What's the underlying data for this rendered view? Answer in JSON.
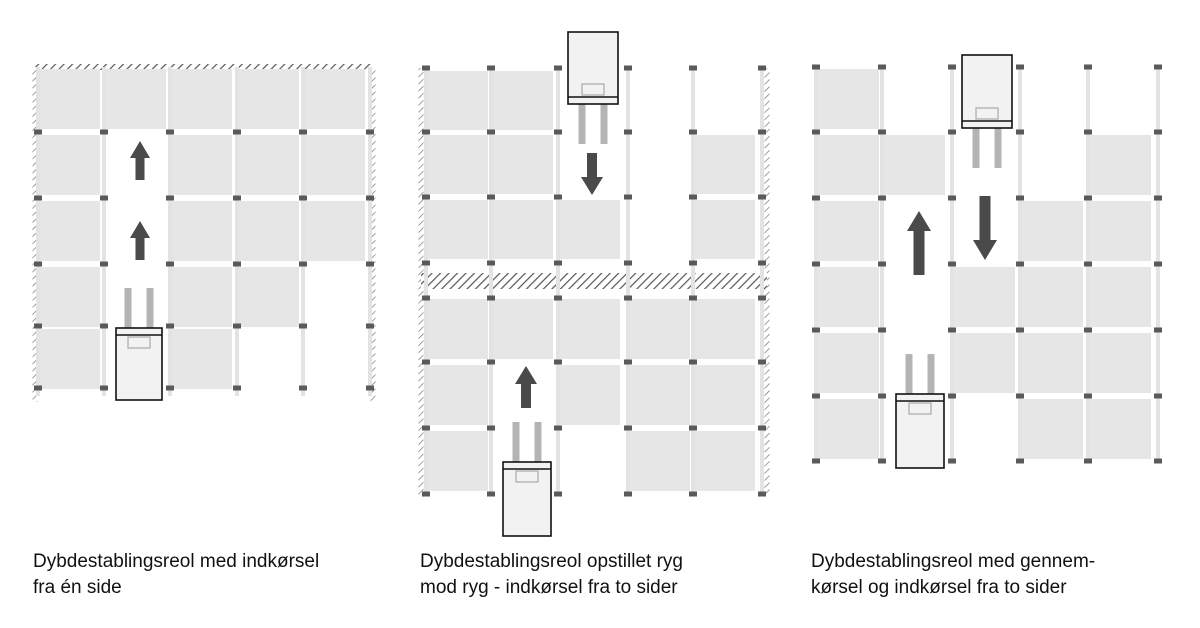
{
  "colors": {
    "bay": "#e6e6e6",
    "upright": "#e3e3e3",
    "connector": "#5a5a5a",
    "arrow": "#4a4a4a",
    "truck_body": "#f2f2f2",
    "truck_outline": "#111111",
    "forks": "#b4b4b4",
    "hatch": "#555555"
  },
  "icons": {
    "truck": "forklift-truck-icon",
    "direction": "direction-arrow-icon"
  },
  "panels": [
    {
      "name": "single-side-entry",
      "caption_lines": [
        "Dybdestablingsreol med indkørsel",
        "fra én side"
      ]
    },
    {
      "name": "back-to-back",
      "caption_lines": [
        "Dybdestablingsreol opstillet ryg",
        "mod ryg - indkørsel fra to sider"
      ]
    },
    {
      "name": "drive-through",
      "caption_lines": [
        "Dybdestablingsreol med gennem-",
        "kørsel og indkørsel fra to sider"
      ]
    }
  ]
}
